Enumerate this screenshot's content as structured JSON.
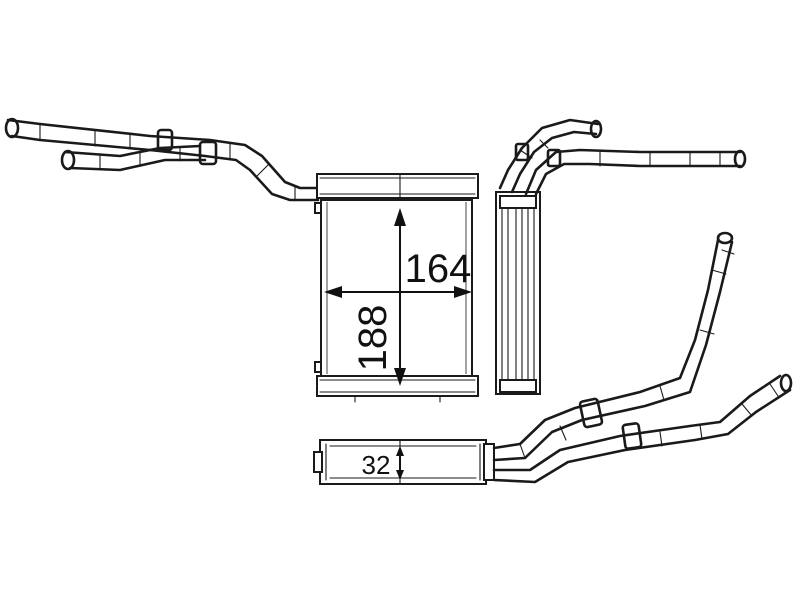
{
  "dimensions": {
    "width": "164",
    "height": "188",
    "depth": "32"
  },
  "colors": {
    "line": "#1a1a1a",
    "background": "#ffffff"
  }
}
